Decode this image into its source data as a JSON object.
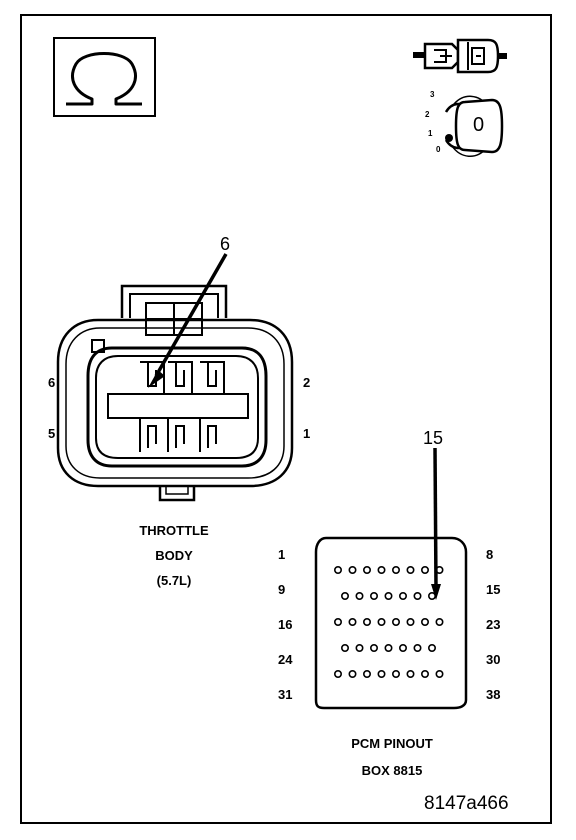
{
  "throttle_body": {
    "title_line1": "THROTTLE",
    "title_line2": "BODY",
    "title_line3": "(5.7L)",
    "pin_labels": {
      "top_left": "6",
      "top_right": "2",
      "bottom_left": "5",
      "bottom_right": "1"
    },
    "callout": "6"
  },
  "pcm": {
    "title_line1": "PCM PINOUT",
    "title_line2": "BOX 8815",
    "row_start_labels": [
      "1",
      "9",
      "16",
      "24",
      "31"
    ],
    "row_end_labels": [
      "8",
      "15",
      "23",
      "30",
      "38"
    ],
    "row_pin_counts": [
      8,
      7,
      8,
      7,
      8
    ],
    "callout": "15"
  },
  "key_icon": {
    "positions": [
      "3",
      "2",
      "1",
      "0"
    ],
    "key_label": "0"
  },
  "figure_id": "8147a466",
  "colors": {
    "line": "#000000",
    "background": "#ffffff"
  }
}
